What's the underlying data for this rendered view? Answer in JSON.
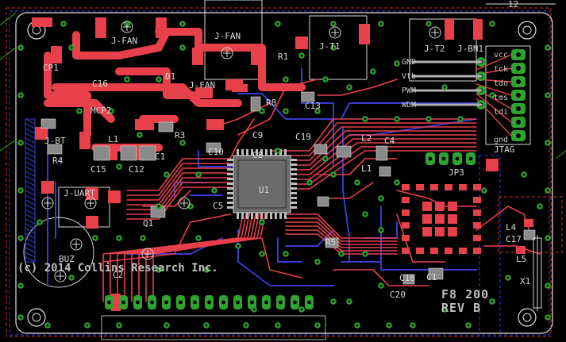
{
  "board": {
    "copyright": "(c) 2014 Collins Research Inc.",
    "code": "F8 200",
    "revision": "REV B",
    "dimension_marker": "12",
    "colors": {
      "background": "#000000",
      "top_copper": "#e8404a",
      "bottom_copper": "#3a3ad0",
      "silkscreen": "#d9d9d9",
      "vias": "#2fa32f",
      "board_outline": "#e0e0e0",
      "keepout": "#d22f2f"
    }
  },
  "components": {
    "cp1": "CP1",
    "fan": "J-FAN",
    "fan2": "J-FAN",
    "t1": "J-T1",
    "t2": "J-T2",
    "bn1": "J-BN1",
    "r1": "R1",
    "d1": "D1",
    "c13": "C13",
    "r8": "R8",
    "c16": "C16",
    "mcp2": "MCP2",
    "r3": "R3",
    "c9": "C9",
    "c15": "C15",
    "l1": "L1",
    "c12": "C12",
    "c1": "C1",
    "c10": "C10",
    "c8": "C8",
    "c19": "C19",
    "l2": "L2",
    "c4": "C4",
    "l1b": "L1",
    "jtag": "JTAG",
    "jp3": "JP3",
    "j_bt": "J-BT",
    "r4": "R4",
    "j_uart": "J-UART",
    "u1": "U1",
    "c5": "C5",
    "q1": "Q1",
    "r5": "R5",
    "l4": "L4",
    "c17": "C17",
    "l5": "L5",
    "x1": "X1",
    "buz": "BUZ",
    "c2": "C2",
    "c18": "C18",
    "c20": "C20",
    "c1b": "C1"
  },
  "pins": {
    "jtag_pins": [
      "vcc",
      "tck",
      "tdo",
      "tms",
      "tdi",
      "",
      "gnd"
    ],
    "t2_pins": [
      "GND",
      "Vtb",
      "PWM",
      "WDM"
    ]
  }
}
